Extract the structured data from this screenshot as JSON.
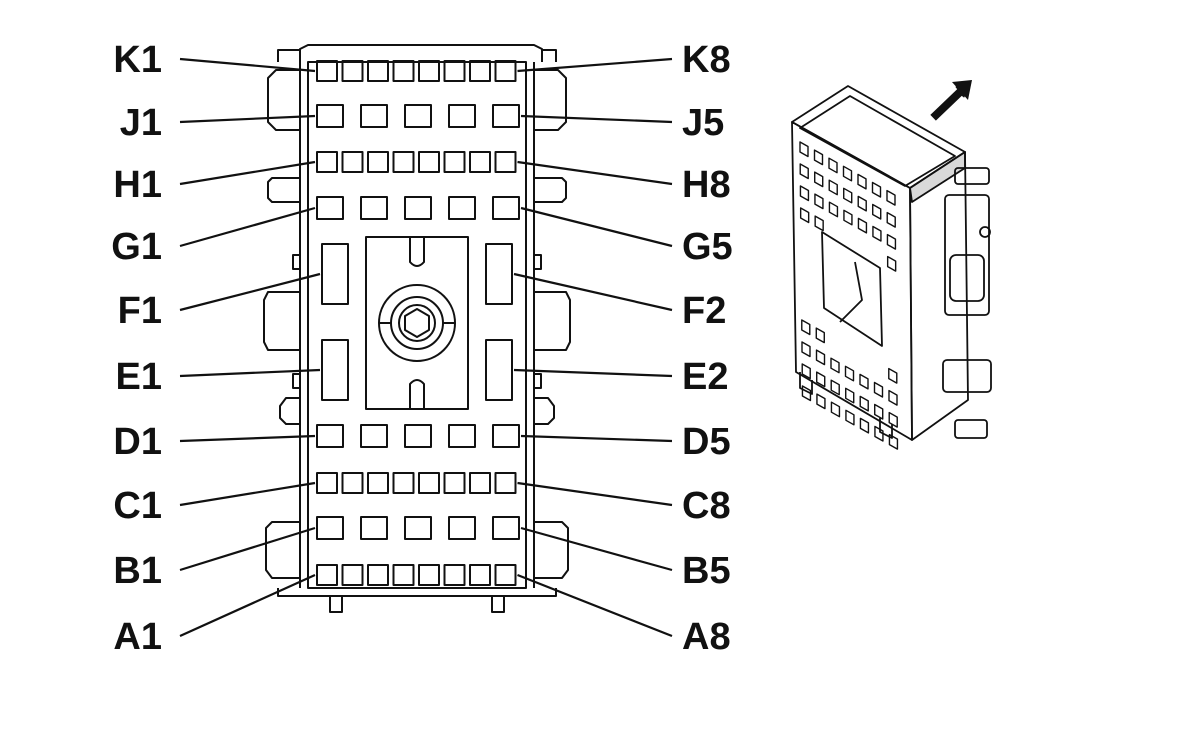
{
  "diagram": {
    "left_labels": [
      "K1",
      "J1",
      "H1",
      "G1",
      "F1",
      "E1",
      "D1",
      "C1",
      "B1",
      "A1"
    ],
    "right_labels": [
      "K8",
      "J5",
      "H8",
      "G5",
      "F2",
      "E2",
      "D5",
      "C8",
      "B5",
      "A8"
    ],
    "rows": [
      {
        "row": "K",
        "pins": 8
      },
      {
        "row": "J",
        "pins": 5
      },
      {
        "row": "H",
        "pins": 8
      },
      {
        "row": "G",
        "pins": 5
      },
      {
        "row": "F",
        "pins": 2
      },
      {
        "row": "E",
        "pins": 2
      },
      {
        "row": "D",
        "pins": 5
      },
      {
        "row": "C",
        "pins": 8
      },
      {
        "row": "B",
        "pins": 5
      },
      {
        "row": "A",
        "pins": 8
      }
    ],
    "stroke_color": "#111111",
    "arrow_icon": "arrow-up-right-icon"
  }
}
